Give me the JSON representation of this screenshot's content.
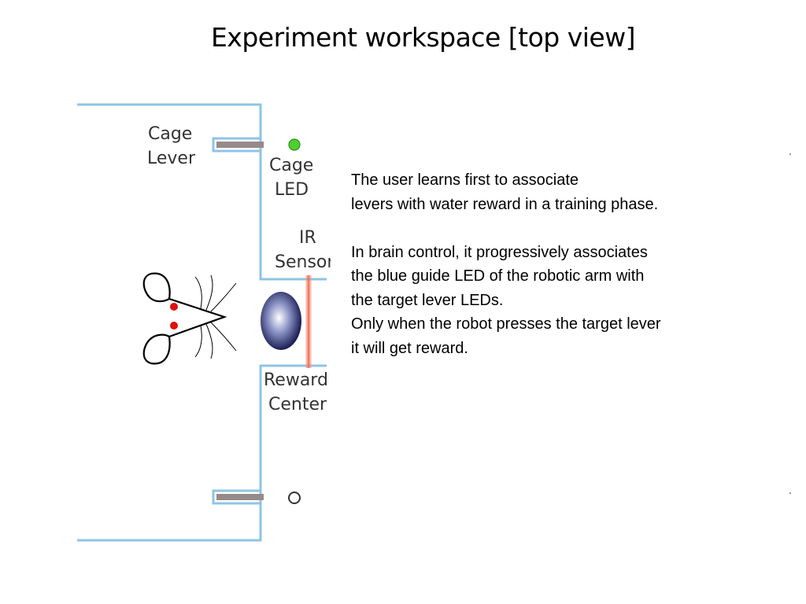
{
  "slide": {
    "title": "Experiment workspace [top view]"
  },
  "diagram": {
    "labels": {
      "cage_lever_line1": "Cage",
      "cage_lever_line2": "Lever",
      "cage_led_line1": "Cage",
      "cage_led_line2": "LED",
      "ir_sensor_line1": "IR",
      "ir_sensor_line2": "Sensor",
      "reward_center_line1": "Reward",
      "reward_center_line2": "Center"
    },
    "colors": {
      "cage_wall": "#8ec4e6",
      "lever": "#968a8a",
      "led_on": "#4cd02c",
      "ir_beam": "#f26a50",
      "rat_eye": "#e0100c",
      "reward_dark": "#1a1f55"
    }
  },
  "description": {
    "para1_line1": "The user learns first to associate",
    "para1_line2": "levers with water reward in a training phase.",
    "para2_line1": "In brain control, it progressively associates",
    "para2_line2": "the blue guide LED of the robotic arm with",
    "para2_line3": "the target lever LEDs.",
    "para2_line4": "Only when the robot presses the target lever",
    "para2_line5": "it will get reward."
  }
}
